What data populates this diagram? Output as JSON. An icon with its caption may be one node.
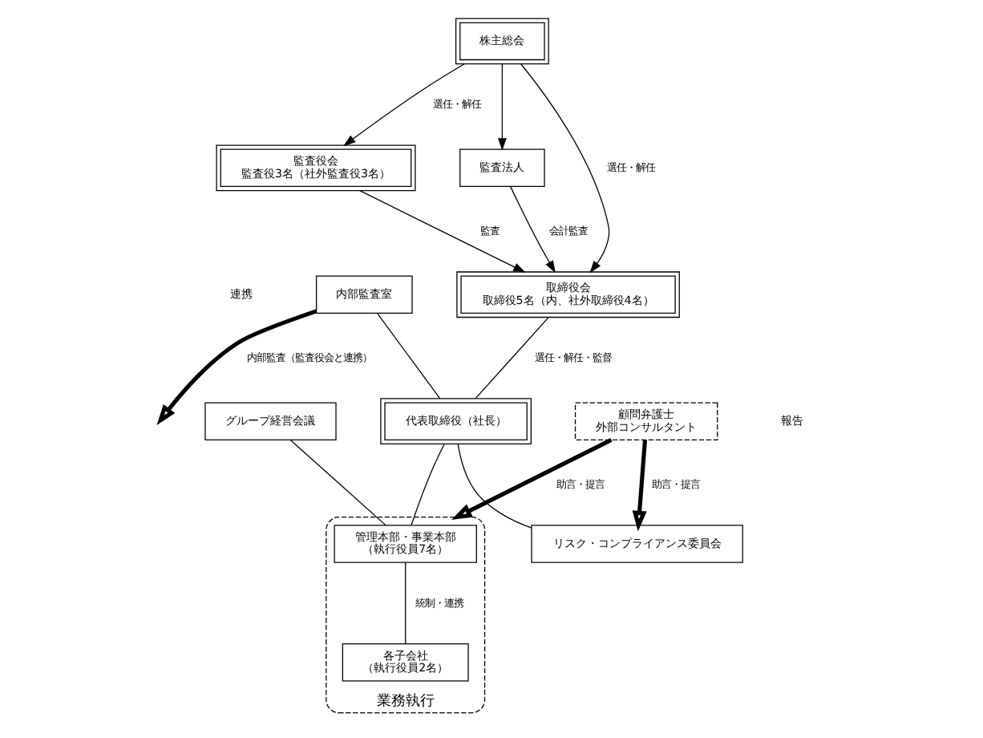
{
  "diagram": {
    "nodes": [
      {
        "text": [
          "株主総会"
        ]
      },
      {
        "text": [
          "監査役会",
          "監査役3名（社外監査役3名）"
        ]
      },
      {
        "text": [
          "取締役会",
          "取締役5名（内、社外取締役4名）"
        ]
      },
      {
        "text": [
          "監査法人"
        ]
      },
      {
        "text": [
          "内部監査室"
        ]
      },
      {
        "text": [
          "代表取締役（社長）"
        ]
      },
      {
        "text": [
          "リスク・コンプライアンス委員会"
        ]
      },
      {
        "text": [
          "顧問弁護士",
          "外部コンサルタント"
        ]
      },
      {
        "text": [
          "グループ経営会議"
        ]
      },
      {
        "text": [
          "業務執行"
        ]
      },
      {
        "text": [
          "管理本部・事業本部",
          "（執行役員7名）"
        ],
        "in": 9
      },
      {
        "text": [
          "各子会社",
          "（執行役員2名）"
        ],
        "in": 9
      }
    ],
    "edges": [
      {
        "from": 0,
        "to": 2,
        "arrow": "to",
        "label": "選任・解任"
      },
      {
        "from": 0,
        "to": 1,
        "arrow": "to",
        "label": "選任・解任"
      },
      {
        "from": 0,
        "to": 3,
        "arrow": "to"
      },
      {
        "from": 3,
        "to": 2,
        "arrow": "to",
        "label": "会計監査"
      },
      {
        "from": 1,
        "to": 2,
        "arrow": "to",
        "label": "監査"
      },
      {
        "from": 2,
        "to": 5,
        "arrow": "none",
        "label": "選任・解任・監督"
      },
      {
        "from": 4,
        "to": 5,
        "arrow": "none"
      },
      {
        "from": 5,
        "to": 6,
        "arrow": "none"
      },
      {
        "from": 7,
        "to": 6,
        "arrow": "to",
        "style": "thick",
        "label": "助言・提言"
      },
      {
        "from": 4,
        "to": null,
        "arrow": "to",
        "style": "thick",
        "label": "内部監査（監査役会と連携）"
      },
      {
        "from": 5,
        "to": 10,
        "arrow": "none"
      },
      {
        "from": 8,
        "to": 10,
        "arrow": "none"
      },
      {
        "from": 10,
        "to": 11,
        "arrow": "none",
        "label": "統制・連携"
      },
      {
        "from": 7,
        "to": 9,
        "arrow": "to",
        "style": "thick",
        "label": "助言・提言"
      }
    ],
    "labels": [
      "連携",
      "報告"
    ]
  }
}
